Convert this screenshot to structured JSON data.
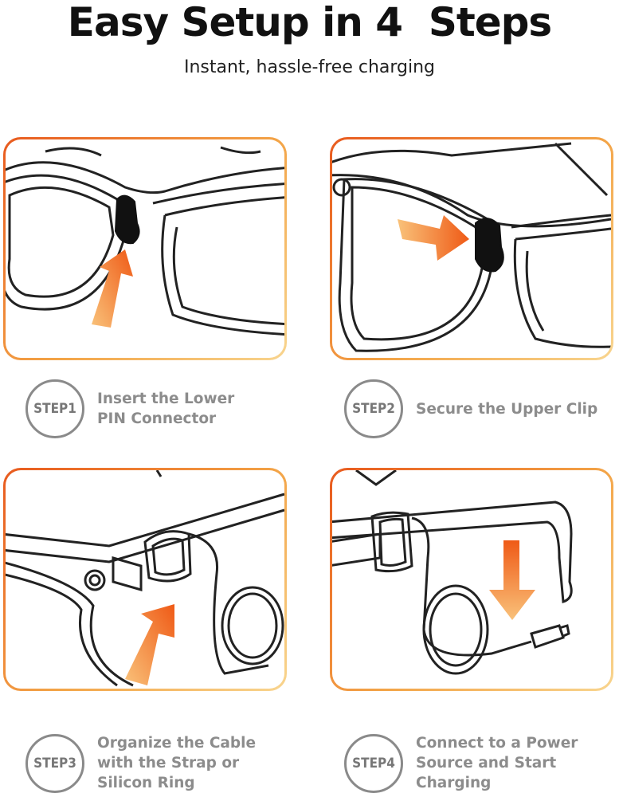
{
  "header": {
    "title": "Easy Setup in 4  Steps",
    "subtitle": "Instant, hassle-free charging"
  },
  "steps": [
    {
      "badge": "STEP1",
      "lines": [
        "Insert the Lower",
        "PIN Connector"
      ]
    },
    {
      "badge": "STEP2",
      "lines": [
        "Secure the Upper Clip"
      ]
    },
    {
      "badge": "STEP3",
      "lines": [
        "Organize the Cable",
        "with the Strap or",
        "Silicon Ring"
      ]
    },
    {
      "badge": "STEP4",
      "lines": [
        "Connect to a Power",
        "Source and Start",
        "Charging"
      ]
    }
  ],
  "colors": {
    "accent_dark": "#e85a1e",
    "accent_light": "#f8d58f",
    "step_text": "#8c8c8c"
  }
}
